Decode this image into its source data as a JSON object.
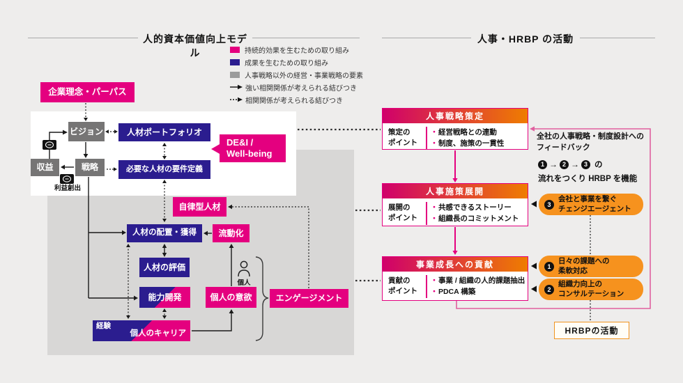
{
  "titles": {
    "left": "人的資本価値向上モデル",
    "right": "人事・HRBP の活動"
  },
  "legend": [
    {
      "type": "swatch-pink",
      "label": "持続的効果を生むための取り組み"
    },
    {
      "type": "swatch-navy",
      "label": "成果を生むための取り組み"
    },
    {
      "type": "swatch-gray",
      "label": "人事戦略以外の経営・事業戦略の要素"
    },
    {
      "type": "arrow-solid",
      "label": "強い相関関係が考えられる結びつき"
    },
    {
      "type": "arrow-dotted",
      "label": "相関関係が考えられる結びつき"
    }
  ],
  "model": {
    "philosophy": "企業理念・パーパス",
    "vision": "ビジョン",
    "portfolio": "人材ポートフォリオ",
    "dei_line1": "DE&I /",
    "dei_line2": "Well-being",
    "revenue": "収益",
    "strategy": "戦略",
    "requirements": "必要な人材の要件定義",
    "profit": "利益創出",
    "autonomous": "自律型人材",
    "placement": "人材の配置・獲得",
    "mobility": "流動化",
    "evaluation": "人材の評価",
    "individual": "個人",
    "capability": "能力開発",
    "motivation": "個人の意欲",
    "engagement": "エンゲージメント",
    "experience": "経験",
    "career": "個人のキャリア"
  },
  "cards": [
    {
      "title": "人事戦略策定",
      "label_line1": "策定の",
      "label_line2": "ポイント",
      "point1": "経営戦略との連動",
      "point2": "制度、施策の一貫性"
    },
    {
      "title": "人事施策展開",
      "label_line1": "展開の",
      "label_line2": "ポイント",
      "point1": "共感できるストーリー",
      "point2": "組織長のコミットメント"
    },
    {
      "title": "事業成長への貢献",
      "label_line1": "貢献の",
      "label_line2": "ポイント",
      "point1": "事業 / 組織の人的課題抽出",
      "point2": "PDCA 構築"
    }
  ],
  "hrbp": {
    "feedback_line1": "全社の人事戦略・制度設計への",
    "feedback_line2": "フィードバック",
    "flow": {
      "n1": "1",
      "n2": "2",
      "n3": "3",
      "arrow": "→",
      "suffix": "の",
      "line2": "流れをつくり HRBP を機能"
    },
    "pills": [
      {
        "num": "3",
        "line1": "会社と事業を繋ぐ",
        "line2": "チェンジエージェント"
      },
      {
        "num": "1",
        "line1": "日々の課題への",
        "line2": "柔軟対応"
      },
      {
        "num": "2",
        "line1": "組織力向上の",
        "line2": "コンサルテーション"
      }
    ],
    "activity_label": "HRBPの活動"
  },
  "colors": {
    "pink": "#e4007f",
    "navy": "#2b1d8f",
    "box_gray": "#767575",
    "panel_gray": "#d8d7d6",
    "orange": "#f6921e",
    "header_gradient_start": "#d0006b",
    "header_gradient_end": "#ef7d00",
    "loop_pink": "#e0609f",
    "hrbp_border_orange": "#f0941f",
    "page_bg": "#eeedec"
  }
}
